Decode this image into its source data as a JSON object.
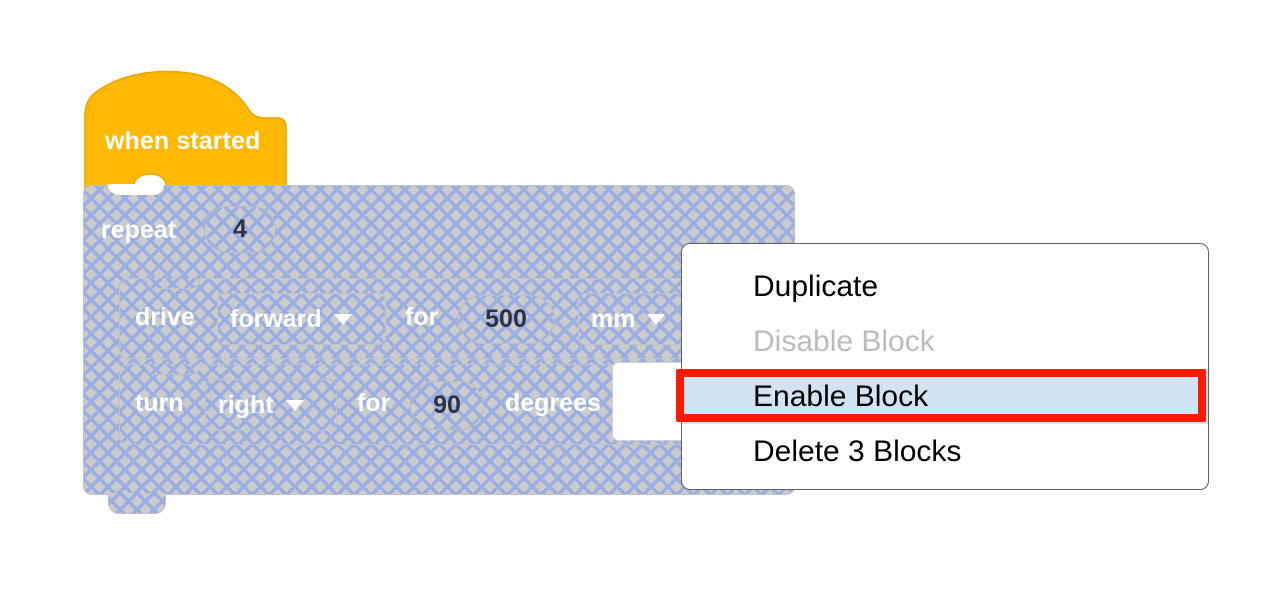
{
  "workspace": {
    "hat_block": {
      "label": "when started",
      "color": "#ffb803",
      "state": "enabled"
    },
    "repeat_block": {
      "label": "repeat",
      "count": "4",
      "state": "disabled",
      "disabled_fill": "#cbcbcb",
      "disabled_hatch": "#9aaee4"
    },
    "statements": [
      {
        "name": "drive",
        "label": "drive",
        "direction": "forward",
        "direction_caret": "chevron-down-icon",
        "for_label": "for",
        "value": "500",
        "unit": "mm",
        "unit_caret": "chevron-down-icon",
        "state": "disabled"
      },
      {
        "name": "turn",
        "label": "turn",
        "direction": "right",
        "direction_caret": "chevron-down-icon",
        "for_label": "for",
        "value": "90",
        "unit": "degrees",
        "state": "disabled"
      }
    ]
  },
  "context_menu": {
    "items": [
      {
        "label": "Duplicate",
        "state": "normal",
        "name": "menu-item-duplicate"
      },
      {
        "label": "Disable Block",
        "state": "disabled",
        "name": "menu-item-disable-block"
      },
      {
        "label": "Enable Block",
        "state": "highlighted",
        "name": "menu-item-enable-block"
      },
      {
        "label": "Delete 3 Blocks",
        "state": "normal",
        "name": "menu-item-delete-blocks"
      }
    ],
    "highlight_color": "#d2e3f4",
    "disabled_text_color": "#bcbcbc"
  },
  "annotation": {
    "target": "Enable Block",
    "color": "#fa1c00"
  }
}
